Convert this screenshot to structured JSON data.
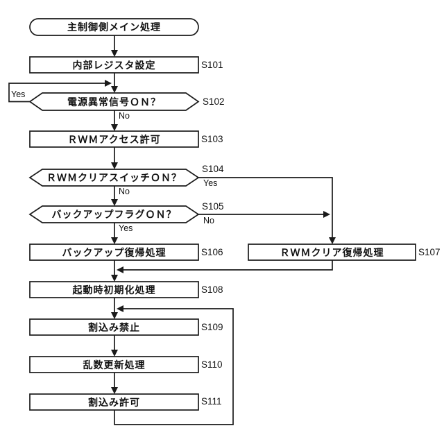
{
  "figure": {
    "background_color": "#ffffff",
    "line_color": "#1a1a1a",
    "nodes": {
      "start": {
        "label": "主制御側メイン処理"
      },
      "s101": {
        "label": "内部レジスタ設定",
        "step": "S101"
      },
      "s102": {
        "label": "電源異常信号ＯＮ？",
        "step": "S102",
        "branch_left": "Yes",
        "branch_down": "No"
      },
      "s103": {
        "label": "ＲＷＭアクセス許可",
        "step": "S103"
      },
      "s104": {
        "label": "ＲＷＭクリアスイッチＯＮ？",
        "step": "S104",
        "branch_right": "Yes",
        "branch_down": "No"
      },
      "s105": {
        "label": "バックアップフラグＯＮ？",
        "step": "S105",
        "branch_right": "No",
        "branch_down": "Yes"
      },
      "s106": {
        "label": "バックアップ復帰処理",
        "step": "S106"
      },
      "s107": {
        "label": "ＲＷＭクリア復帰処理",
        "step": "S107"
      },
      "s108": {
        "label": "起動時初期化処理",
        "step": "S108"
      },
      "s109": {
        "label": "割込み禁止",
        "step": "S109"
      },
      "s110": {
        "label": "乱数更新処理",
        "step": "S110"
      },
      "s111": {
        "label": "割込み許可",
        "step": "S111"
      }
    }
  }
}
